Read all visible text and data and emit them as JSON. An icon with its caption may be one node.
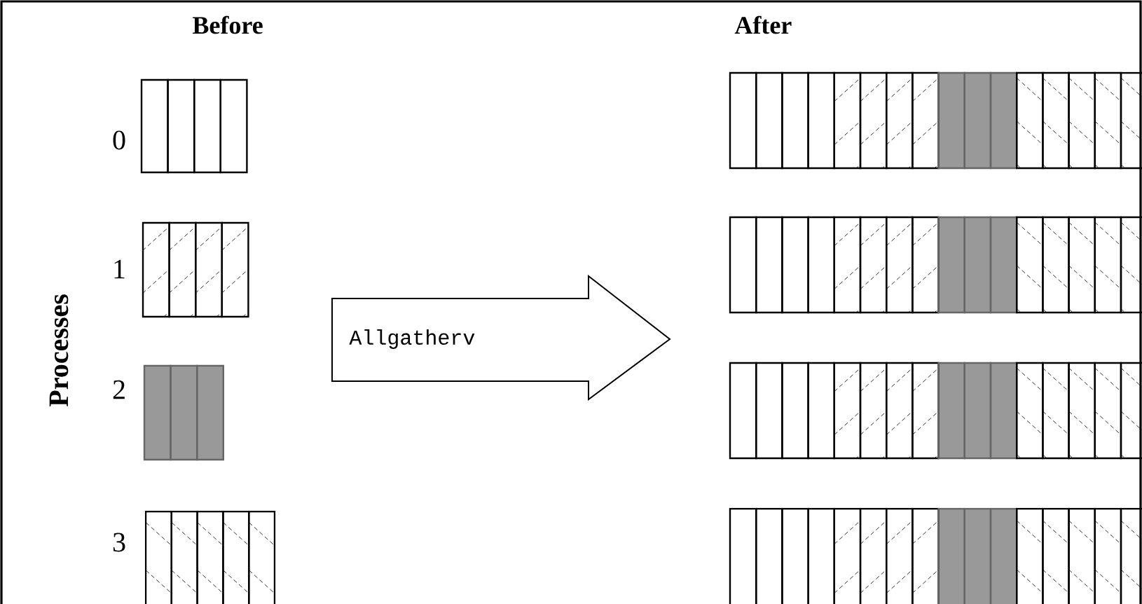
{
  "diagram": {
    "nodes": [
      {
        "text": [
          "Allgatherv"
        ]
      }
    ],
    "labels": [
      "Before",
      "After",
      "Processes",
      "0",
      "1",
      "2",
      "3"
    ]
  }
}
